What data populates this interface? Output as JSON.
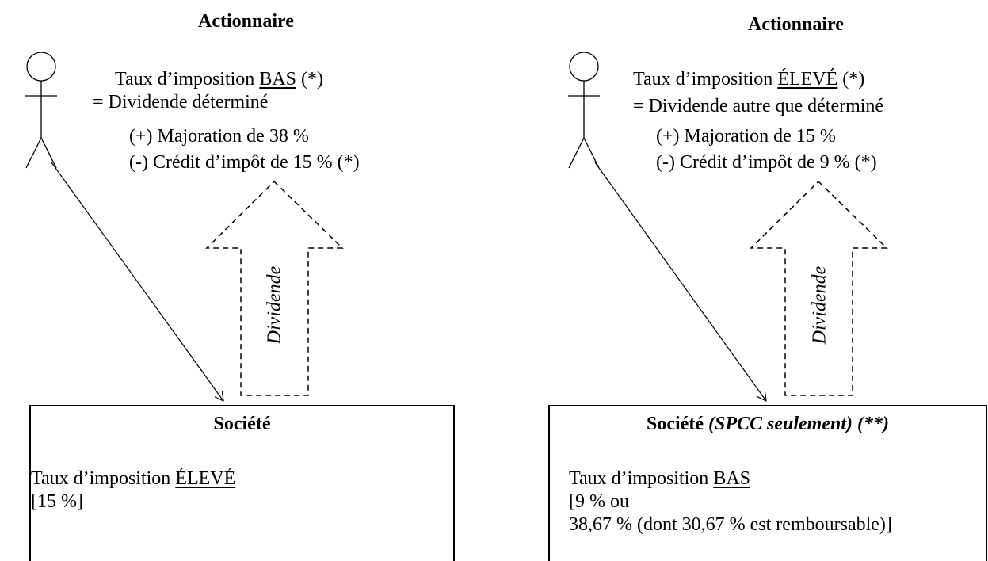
{
  "left": {
    "heading": "Actionnaire",
    "rate_line": {
      "prefix": "Taux d’imposition ",
      "rate": "BAS",
      "suffix": " (*)"
    },
    "dividend_type": "= Dividende déterminé",
    "gross_up": "(+) Majoration de 38 %",
    "tax_credit": "(-) Crédit d’impôt de 15 % (*)",
    "arrow_label": "Dividende",
    "company": {
      "title": "Société",
      "title_note": "",
      "rate_prefix": "Taux d’imposition ",
      "rate": "ÉLEVÉ",
      "rate_detail": [
        "[15 %]"
      ]
    }
  },
  "right": {
    "heading": "Actionnaire",
    "rate_line": {
      "prefix": "Taux d’imposition ",
      "rate": "ÉLEVÉ",
      "suffix": " (*)"
    },
    "dividend_type": "= Dividende autre que déterminé",
    "gross_up": "(+) Majoration de 15 %",
    "tax_credit": "(-) Crédit d’impôt de 9 % (*)",
    "arrow_label": "Dividende",
    "company": {
      "title": "Société",
      "title_note": " (SPCC seulement) (**)",
      "rate_prefix": "Taux d’imposition ",
      "rate": "BAS",
      "rate_detail": [
        "[9 % ou",
        "38,67 % (dont 30,67 % est remboursable)]"
      ]
    }
  }
}
